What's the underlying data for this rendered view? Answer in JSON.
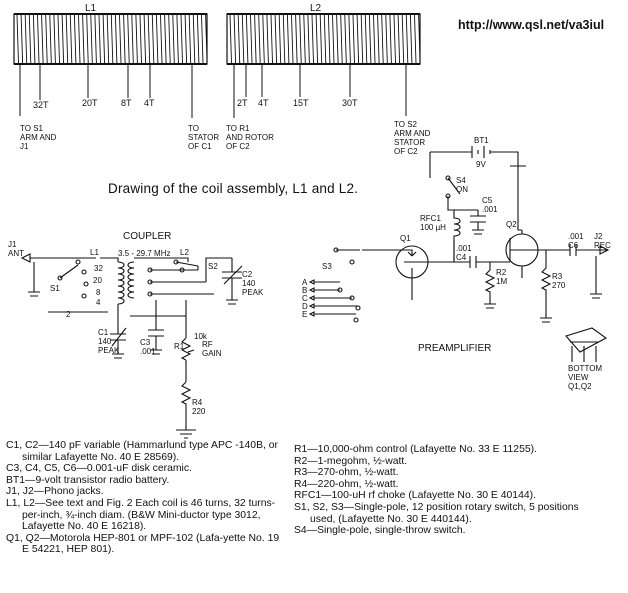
{
  "url": "http://www.qsl.net/va3iul",
  "coil": {
    "label_l1": "L1",
    "label_l2": "L2",
    "taps": [
      "32T",
      "20T",
      "8T",
      "4T",
      "2T",
      "4T",
      "15T",
      "30T"
    ],
    "notes": {
      "to_s1": "TO S1\nARM AND\nJ1",
      "to_stator_c1": "TO\nSTATOR\nOF C1",
      "to_rotor_c2": "TO R1\nAND ROTOR\nOF C2",
      "to_s2": "TO S2\nARM AND\nSTATOR\nOF C2"
    }
  },
  "caption": "Drawing of the coil assembly, L1 and L2.",
  "coupler": {
    "title": "COUPLER",
    "freq": "3.5 - 29.7 MHz",
    "j1": "J1\nANT",
    "l1": "L1",
    "l2": "L2",
    "s1": "S1",
    "s2": "S2",
    "c1": "C1\n140\nPEAK",
    "c2": "C2\n140\nPEAK",
    "c3": "C3\n.001",
    "r1": "R1",
    "r1_desc": "RF\nGAIN",
    "r1_value": "10k",
    "r4": "R4\n220",
    "tap_labels": [
      "32",
      "20",
      "8",
      "4",
      "2"
    ]
  },
  "preamp": {
    "title": "PREAMPLIFIER",
    "bt1": "BT1",
    "bt1_v": "9V",
    "s4": "S4\nON",
    "rfc1": "RFC1\n100 µH",
    "c5": "C5\n.001",
    "c4": ".001\nC4",
    "c6": ".001\nC6",
    "r2": "R2\n1M",
    "r3": "R3\n270",
    "q1": "Q1",
    "q2": "Q2",
    "s3": "S3",
    "j2": "J2\nREC",
    "s3_pos": [
      "A",
      "B",
      "C",
      "D",
      "E"
    ],
    "bottom_view": "BOTTOM\nVIEW\nQ1,Q2"
  },
  "parts_left": [
    "C1, C2—140 pF variable (Hammarlund type APC -140B, or similar Lafayette No. 40 E 28569).",
    "C3, C4, C5, C6—0.001-uF disk ceramic.",
    "BT1—9-volt transistor radio battery.",
    "J1, J2—Phono jacks.",
    "L1, L2—See text and Fig. 2 Each coil is 46 turns, 32 turns-per-inch, ¾-inch diam. (B&W Mini-ductor type 3012, Lafayette No. 40 E 16218).",
    "Q1, Q2—Motorola HEP-801 or MPF-102 (Lafa-yette No. 19 E 54221, HEP 801)."
  ],
  "parts_right": [
    "R1—10,000-ohm control (Lafayette No. 33 E 11255).",
    "R2—1-megohm, ½-watt.",
    "R3—270-ohm, ½-watt.",
    "R4—220-ohm, ½-watt.",
    "RFC1—100-uH rf choke (Lafayette No. 30 E 40144).",
    "S1, S2, S3—Single-pole, 12 position rotary switch, 5 positions used, (Lafayette No. 30 E 440144).",
    "S4—Single-pole, single-throw switch."
  ]
}
